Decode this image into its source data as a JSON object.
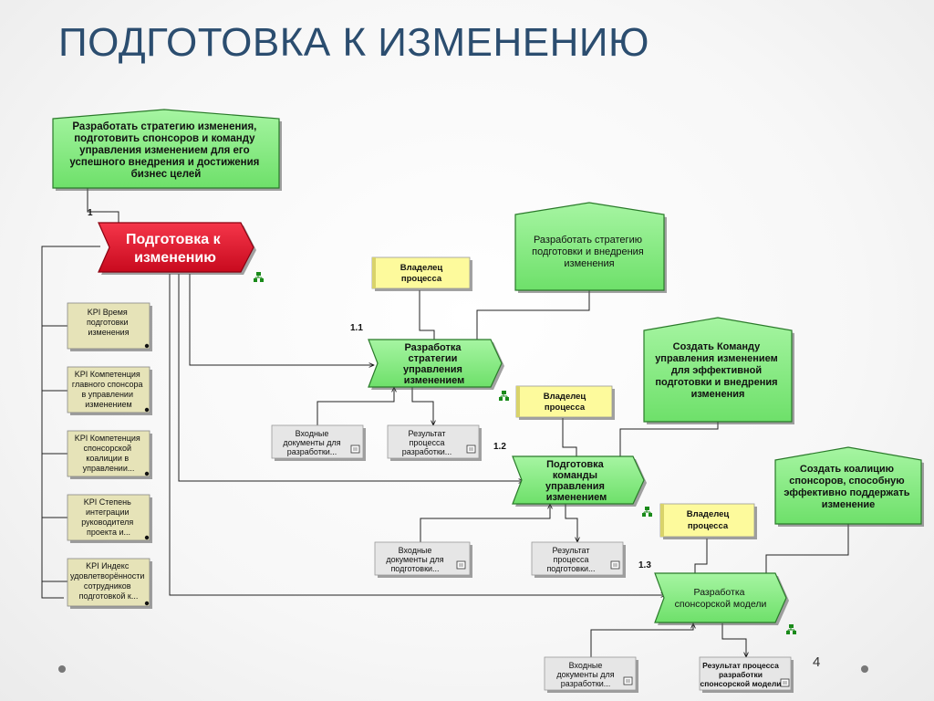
{
  "title": "ПОДГОТОВКА К ИЗМЕНЕНИЮ",
  "page_number": "4",
  "goal_top": [
    "Разработать стратегию изменения,",
    "подготовить  спонсоров и команду",
    "управления изменением для его",
    "успешного внедрения  и достижения",
    "бизнес целей"
  ],
  "main_process": {
    "number": "1",
    "lines": [
      "Подготовка к",
      "изменению"
    ]
  },
  "kpis": [
    [
      "KPI Время",
      "подготовки",
      "изменения"
    ],
    [
      "KPI Компетенция",
      "главного спонсора",
      "в управлении",
      "изменением"
    ],
    [
      "KPI Компетенция",
      "спонсорской",
      "коалиции в",
      "управлении..."
    ],
    [
      "KPI Степень",
      "интеграции",
      "руководителя",
      "проекта и..."
    ],
    [
      "KPI Индекс",
      "удовлетворённости",
      "сотрудников",
      "подготовкой к..."
    ]
  ],
  "goals": [
    [
      "Разработать стратегию",
      "подготовки и внедрения",
      "изменения"
    ],
    [
      "Создать Команду",
      "управления изменением",
      "для эффективной",
      "подготовки и внедрения",
      "изменения"
    ],
    [
      "Создать коалицию",
      "спонсоров, способную",
      "эффективно поддержать",
      "изменение"
    ]
  ],
  "owners": [
    [
      "Владелец",
      "процесса"
    ],
    [
      "Владелец",
      "процесса"
    ],
    [
      "Владелец",
      "процесса"
    ]
  ],
  "subprocesses": [
    {
      "number": "1.1",
      "lines": [
        "Разработка",
        "стратегии",
        "управления",
        "изменением"
      ]
    },
    {
      "number": "1.2",
      "lines": [
        "Подготовка",
        "команды",
        "управления",
        "изменением"
      ]
    },
    {
      "number": "1.3",
      "lines": [
        "Разработка",
        "спонсорской модели"
      ]
    }
  ],
  "inputs": [
    [
      "Входные",
      "документы для",
      "разработки..."
    ],
    [
      "Входные",
      "документы для",
      "подготовки..."
    ],
    [
      "Входные",
      "документы для",
      "разработки..."
    ]
  ],
  "results": [
    [
      "Результат",
      "процесса",
      "разработки..."
    ],
    [
      "Результат",
      "процесса",
      "подготовки..."
    ],
    [
      "Результат процесса",
      "разработки",
      "спонсорской модели"
    ]
  ],
  "colors": {
    "goal_fill": "#8ef08a",
    "process_red": "#e8102a",
    "kpi_fill": "#e6e3b8",
    "owner_fill": "#fdfa9c",
    "doc_fill": "#e6e6e6",
    "title": "#2b4d6f"
  }
}
